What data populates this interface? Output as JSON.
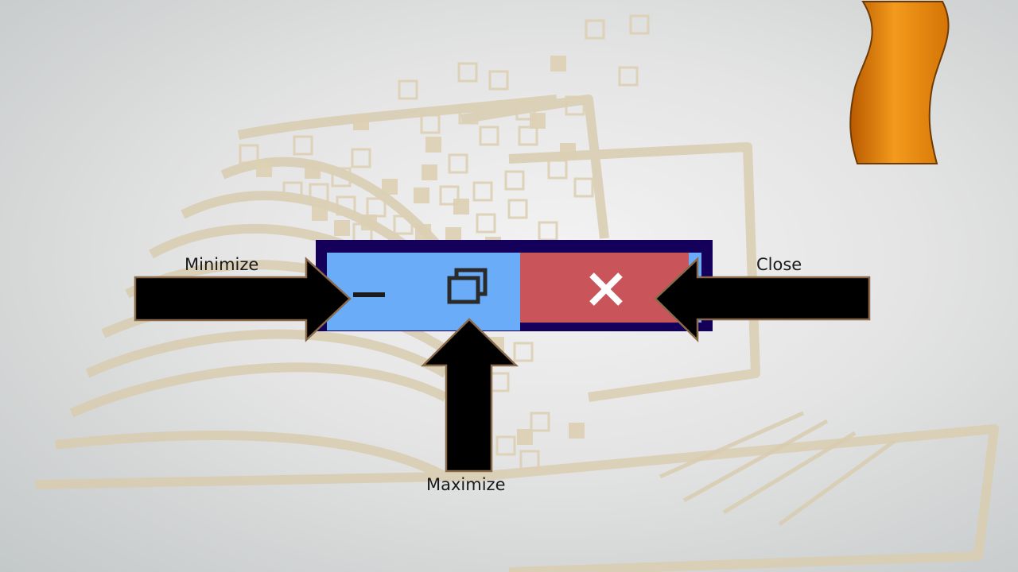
{
  "labels": {
    "minimize": "Minimize",
    "maximize": "Maximize",
    "close": "Close"
  },
  "icons": {
    "minimize": "minimize-icon",
    "maximize": "restore-icon",
    "close": "close-icon",
    "pointer": "arrow-icon",
    "banner": "ribbon-icon"
  },
  "colors": {
    "titlebar": "#14005a",
    "button_blue": "#6aacf8",
    "close_red": "#c9555a",
    "arrow_fill": "#000000",
    "arrow_outline": "#8a6a4a",
    "ribbon": "#e07a10"
  }
}
